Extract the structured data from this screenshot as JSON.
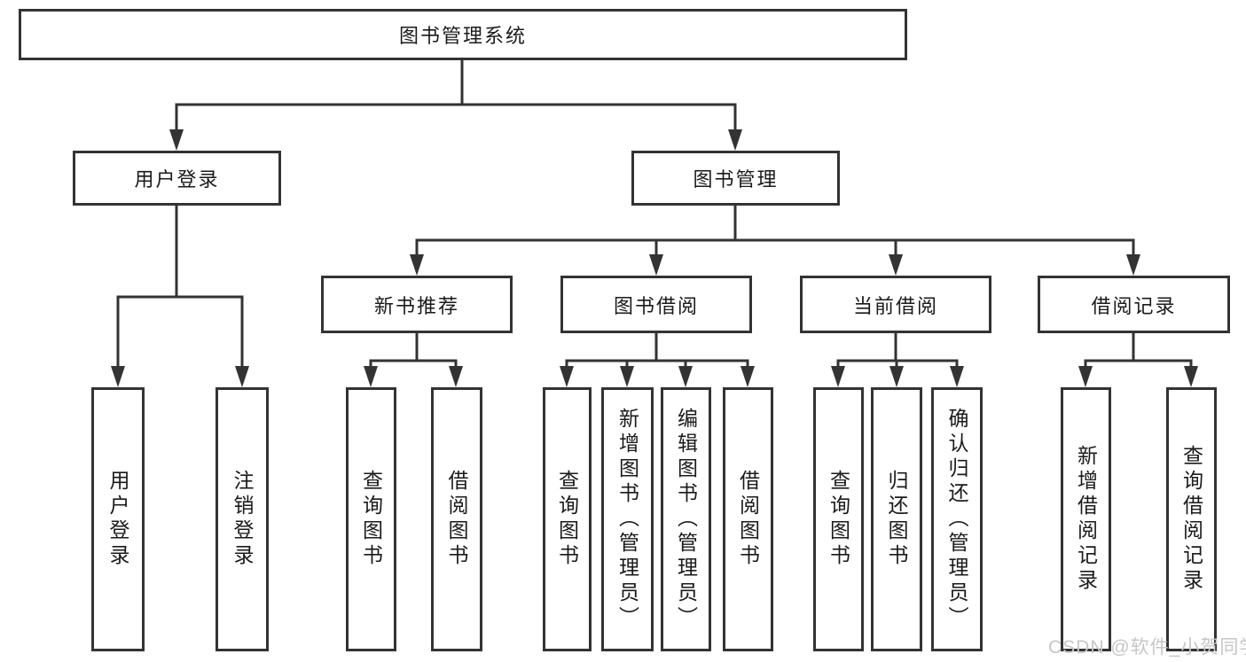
{
  "diagram": {
    "root": {
      "label": "图书管理系统"
    },
    "branches": [
      {
        "label": "用户登录",
        "children": [
          {
            "label": "用户登录"
          },
          {
            "label": "注销登录"
          }
        ]
      },
      {
        "label": "图书管理",
        "children": [
          {
            "label": "新书推荐",
            "children": [
              {
                "label": "查询图书"
              },
              {
                "label": "借阅图书"
              }
            ]
          },
          {
            "label": "图书借阅",
            "children": [
              {
                "label": "查询图书"
              },
              {
                "label": "新增图书（管理员）"
              },
              {
                "label": "编辑图书（管理员）"
              },
              {
                "label": "借阅图书"
              }
            ]
          },
          {
            "label": "当前借阅",
            "children": [
              {
                "label": "查询图书"
              },
              {
                "label": "归还图书"
              },
              {
                "label": "确认归还（管理员）"
              }
            ]
          },
          {
            "label": "借阅记录",
            "children": [
              {
                "label": "新增借阅记录"
              },
              {
                "label": "查询借阅记录"
              }
            ]
          }
        ]
      }
    ]
  },
  "watermark": {
    "text": "CSDN @软件_小贺同学",
    "color": "#c6c6c6"
  },
  "colors": {
    "line": "#333333",
    "text": "#1a1a1a",
    "background": "#ffffff"
  }
}
